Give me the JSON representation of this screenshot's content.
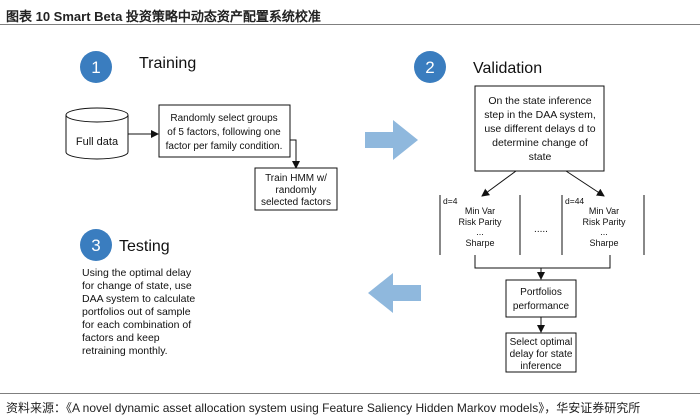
{
  "title": "图表 10 Smart Beta 投资策略中动态资产配置系统校准",
  "source": "资料来源：《A novel dynamic asset allocation system using Feature Saliency Hidden Markov models》，华安证券研究所",
  "colors": {
    "step_circle": "#3a7dbf",
    "arrow": "#8fb8dd",
    "line": "#111111"
  },
  "steps": [
    {
      "number": "1",
      "label": "Training"
    },
    {
      "number": "2",
      "label": "Validation"
    },
    {
      "number": "3",
      "label": "Testing"
    }
  ],
  "training": {
    "database": "Full data",
    "select_box": [
      "Randomly select groups",
      "of 5 factors, following one",
      "factor per family condition."
    ],
    "train_box": [
      "Train HMM w/",
      "randomly",
      "selected factors"
    ]
  },
  "validation": {
    "inference_box": [
      "On the state inference",
      "step in the DAA system,",
      "use different delays d to",
      "determine change of",
      "state"
    ],
    "delay_left": "d=4",
    "delay_right": "d=44",
    "ellipsis": ".....",
    "strategies": [
      "Min Var",
      "Risk Parity",
      "...",
      "Sharpe"
    ],
    "performance_box": [
      "Portfolios",
      "performance"
    ],
    "select_delay_box": [
      "Select optimal",
      "delay for state",
      "inference"
    ]
  },
  "testing": {
    "text": [
      "Using the optimal delay",
      "for change of state, use",
      "DAA system to calculate",
      "portfolios out of sample",
      "for each combination of",
      "factors and keep",
      "retraining monthly."
    ]
  }
}
